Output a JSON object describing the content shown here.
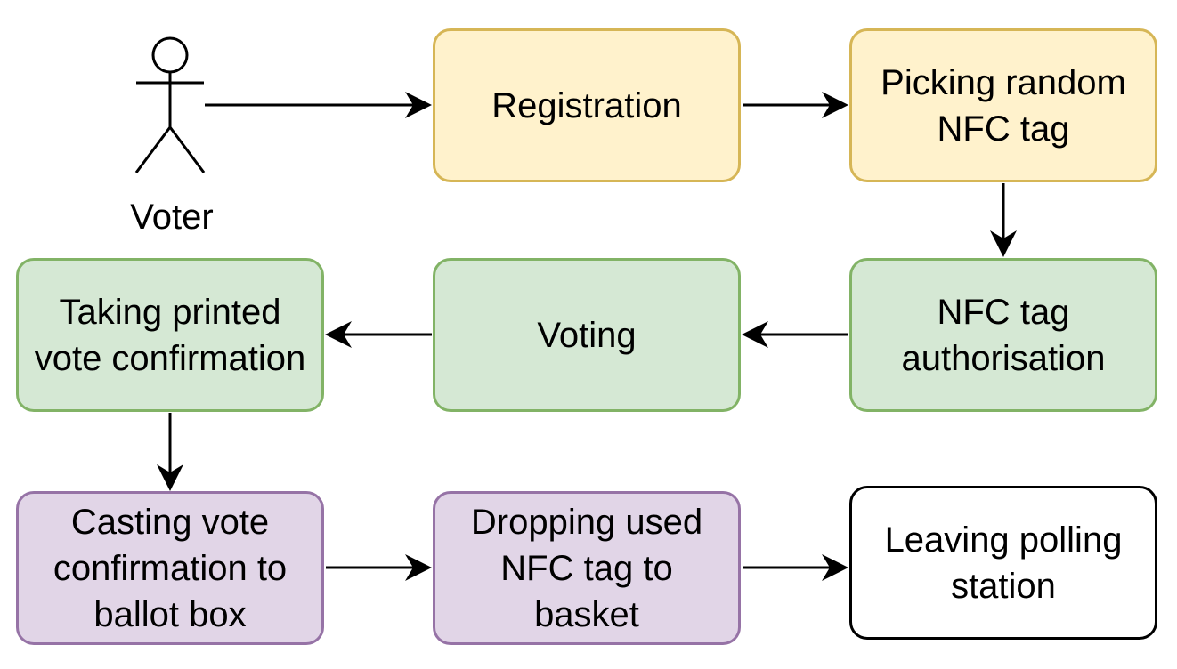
{
  "actor": {
    "label": "Voter"
  },
  "nodes": {
    "registration": "Registration",
    "picking_tag": "Picking random NFC tag",
    "tag_authorisation": "NFC tag authorisation",
    "voting": "Voting",
    "taking_confirmation": "Taking printed vote confirmation",
    "casting_confirmation": "Casting vote confirmation to ballot box",
    "dropping_tag": "Dropping used NFC tag to basket",
    "leaving": "Leaving polling station"
  },
  "colors": {
    "yellow_fill": "#fff2cc",
    "yellow_stroke": "#d6b656",
    "green_fill": "#d5e8d4",
    "green_stroke": "#82b366",
    "purple_fill": "#e1d5e7",
    "purple_stroke": "#9673a6",
    "white_fill": "#ffffff",
    "black_stroke": "#000000",
    "edge": "#000000"
  },
  "edges": [
    {
      "from": "actor",
      "to": "registration"
    },
    {
      "from": "registration",
      "to": "picking_tag"
    },
    {
      "from": "picking_tag",
      "to": "tag_authorisation"
    },
    {
      "from": "tag_authorisation",
      "to": "voting"
    },
    {
      "from": "voting",
      "to": "taking_confirmation"
    },
    {
      "from": "taking_confirmation",
      "to": "casting_confirmation"
    },
    {
      "from": "casting_confirmation",
      "to": "dropping_tag"
    },
    {
      "from": "dropping_tag",
      "to": "leaving"
    }
  ]
}
